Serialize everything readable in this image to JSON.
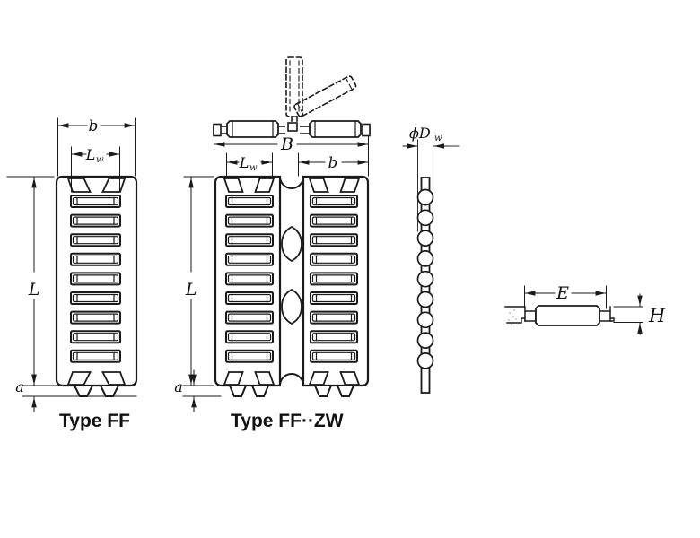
{
  "figures": {
    "ff": {
      "caption": "Type FF",
      "dims": {
        "b": "b",
        "Lw_main": "L",
        "Lw_sub": "w",
        "L": "L",
        "a": "a"
      }
    },
    "ffzw": {
      "caption": "Type FF··ZW",
      "dims": {
        "B": "B",
        "Lw_main": "L",
        "Lw_sub": "w",
        "b": "b",
        "L": "L",
        "a": "a"
      }
    },
    "side": {
      "dims": {
        "Dw_main": "ϕD",
        "Dw_sub": "w"
      }
    },
    "roller": {
      "dims": {
        "E": "E",
        "H": "H"
      }
    }
  },
  "geometry": {
    "window_rows": 9,
    "side_balls": 9
  },
  "colors": {
    "line": "#1a1a1a",
    "background": "#ffffff"
  }
}
